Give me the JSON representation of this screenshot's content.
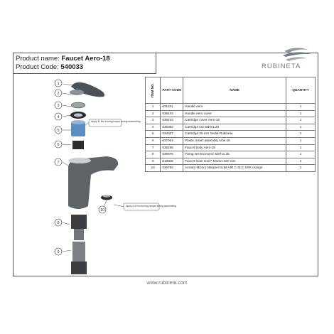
{
  "header": {
    "name_label": "Product name:",
    "name_value": "Faucet Aero-18",
    "code_label": "Product Code:",
    "code_value": "540033"
  },
  "brand": {
    "name": "RUBINETA",
    "accent": "#6f7f86"
  },
  "table": {
    "headers": [
      "ITEM NO.",
      "PART CODE",
      "NAME",
      "QUANTITY"
    ],
    "rows": [
      {
        "item": "1",
        "code": "631191",
        "name": "Handle Aero",
        "qty": "1"
      },
      {
        "item": "2",
        "code": "636244",
        "name": "Handle Aero cover",
        "qty": "1"
      },
      {
        "item": "3",
        "code": "636243",
        "name": "Cartridge cover Aero-18",
        "qty": "1"
      },
      {
        "item": "4",
        "code": "636362",
        "name": "Cartridge nut M40x1.25",
        "qty": "1"
      },
      {
        "item": "5",
        "code": "634007",
        "name": "Cartridge 35 mm Sedal-Rubineta",
        "qty": "1"
      },
      {
        "item": "6",
        "code": "637004",
        "name": "Plastic insert assembly Artis-18",
        "qty": "1"
      },
      {
        "item": "7",
        "code": "635265",
        "name": "Faucet body Aero-18",
        "qty": "1"
      },
      {
        "item": "8",
        "code": "636976",
        "name": "Fixing set Economic M37x1.25",
        "qty": "1"
      },
      {
        "item": "9",
        "code": "618045",
        "name": "Faucet hose G1/2\"-M10x1 400 mm",
        "qty": "2"
      },
      {
        "item": "10",
        "code": "636750",
        "name": "Aerator M24x1 Neoperl SLIM AIR C SLC SSR orange",
        "qty": "1"
      }
    ]
  },
  "callouts": [
    "1",
    "2",
    "3",
    "4",
    "5",
    "6",
    "7",
    "8",
    "9",
    "10"
  ],
  "notes": {
    "torque_cartridge": "Apply 11 Nm turning torque during assembling",
    "torque_aerator": "Apply 4-6 Nm turning torque during assembling"
  },
  "footer": {
    "url": "www.rubineta.com"
  }
}
